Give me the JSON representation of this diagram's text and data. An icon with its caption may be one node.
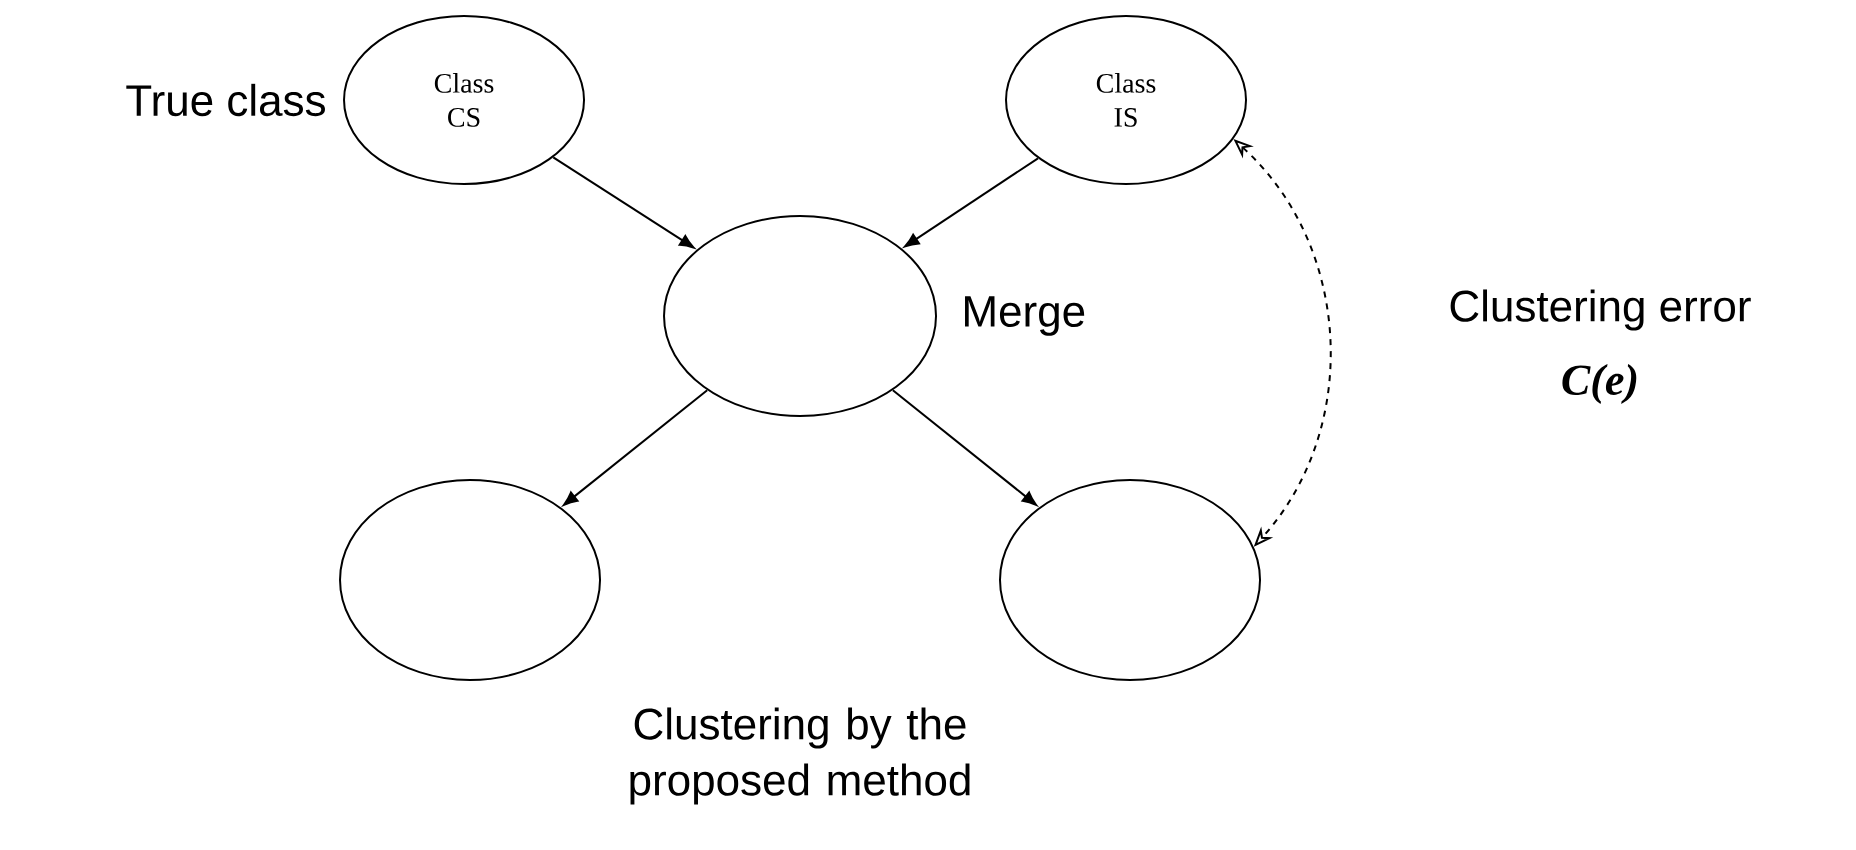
{
  "diagram": {
    "nodes": [
      {
        "text": [
          "Class CS"
        ],
        "beside": [
          "True class"
        ]
      },
      {
        "text": [
          "Class IS"
        ]
      },
      {
        "text": [],
        "shape": "circle",
        "beside": [
          "Merge"
        ]
      },
      {
        "text": [],
        "shape": "circle"
      },
      {
        "text": [],
        "shape": "circle"
      }
    ],
    "edges": [
      {
        "from": 0,
        "to": 2,
        "arrow": "to"
      },
      {
        "from": 1,
        "to": 2,
        "arrow": "to"
      },
      {
        "from": 2,
        "to": 3,
        "arrow": "to"
      },
      {
        "from": 2,
        "to": 4,
        "arrow": "to"
      },
      {
        "from": 1,
        "to": 4,
        "arrow": "both",
        "style": "dashed",
        "label": "Clustering error"
      }
    ],
    "labels": [
      "C(e)",
      "Clustering by the proposed method"
    ]
  }
}
